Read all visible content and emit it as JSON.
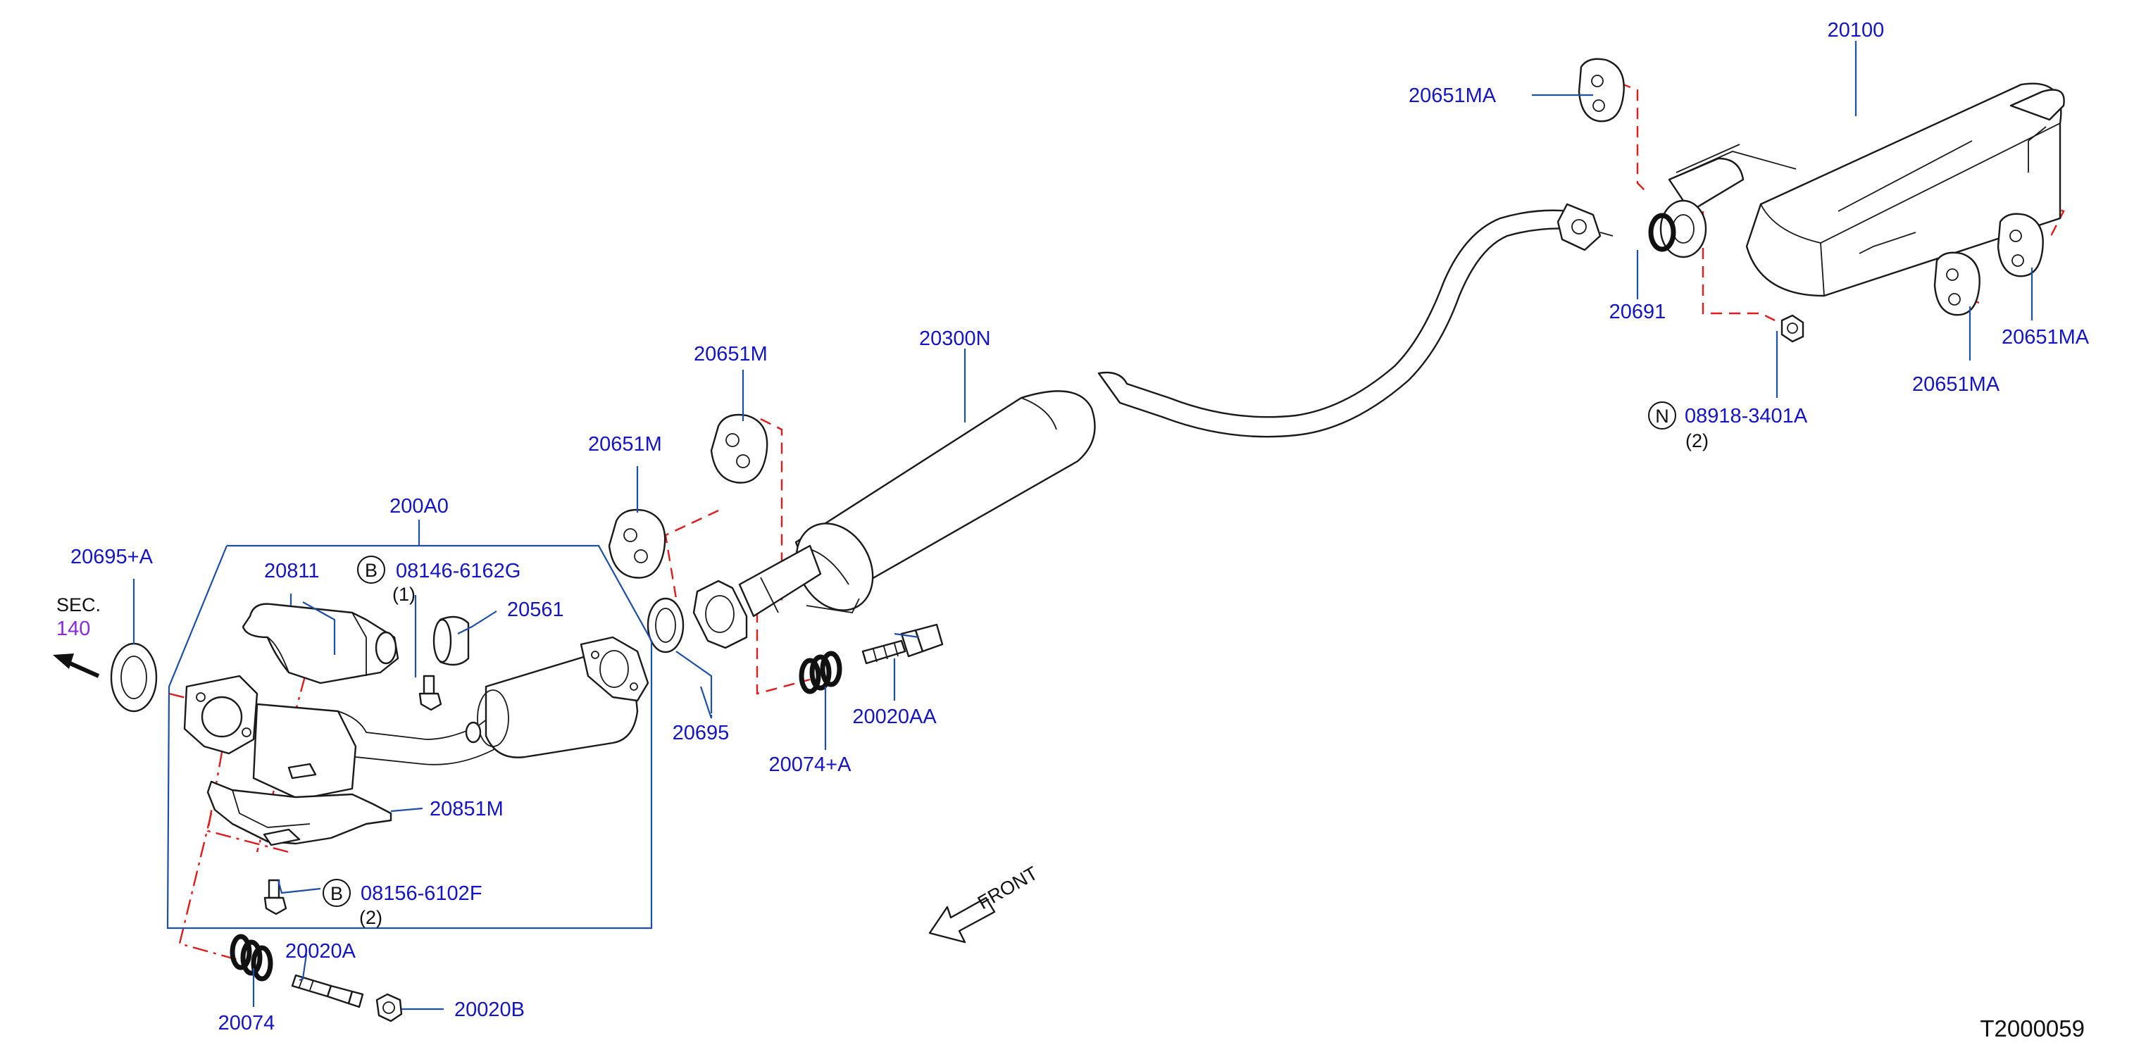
{
  "diagram_id": "T2000059",
  "parts": {
    "p20100": "20100",
    "p20651MA_top": "20651MA",
    "p20651MA_right": "20651MA",
    "p20651MA_mid": "20651MA",
    "p20691": "20691",
    "p08918": "08918-3401A",
    "p08918_qty": "(2)",
    "p20300N": "20300N",
    "p20651M_a": "20651M",
    "p20651M_b": "20651M",
    "p200A0": "200A0",
    "p20695A": "20695+A",
    "p20811": "20811",
    "p08146": "08146-6162G",
    "p08146_qty": "(1)",
    "p20561": "20561",
    "p20695": "20695",
    "p20074A": "20074+A",
    "p20020AA": "20020AA",
    "p20851M": "20851M",
    "p08156": "08156-6102F",
    "p08156_qty": "(2)",
    "p20020A": "20020A",
    "p20074": "20074",
    "p20020B": "20020B"
  },
  "badges": {
    "bolt_b": "B",
    "nut_n": "N"
  },
  "section_ref": {
    "label": "SEC.",
    "number": "140"
  },
  "front_label": "FRONT",
  "colors": {
    "label": "#1414c8",
    "leader": "#1e4fa8",
    "dashed": "#e11b1b",
    "section_number": "#8a2be2"
  }
}
